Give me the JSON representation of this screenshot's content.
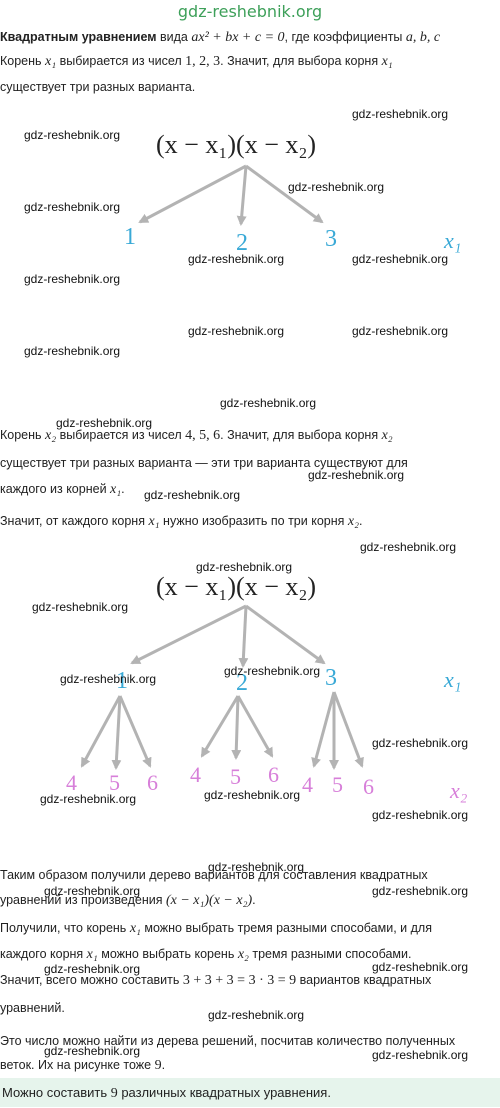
{
  "site": {
    "title": "gdz-reshebnik.org",
    "watermark": "gdz-reshebnik.org"
  },
  "intro": {
    "bold": "Квадратным уравнением",
    "t1": " вида ",
    "eq": "ax² + bx + c = 0",
    "t2": ", где коэффициенты ",
    "coefs": "a,  b,  c"
  },
  "p_x1": {
    "a": "Корень ",
    "var": "x₁",
    "b": " выбирается из чисел ",
    "nums": "1,  2,  3",
    "c": ". Значит, для выбора корня ",
    "line2": "существует три разных варианта."
  },
  "tree1": {
    "formula": "(x − x₁)(x − x₂)",
    "nodes": [
      "1",
      "2",
      "3"
    ],
    "level_label": "x₁"
  },
  "p_x2": {
    "a": "Корень ",
    "var": "x₂",
    "b": " выбирается из чисел ",
    "nums": "4,  5,  6",
    "c": ". Значит, для выбора корня ",
    "line2": "существует три разных варианта — эти три варианта существуют для",
    "line3a": "каждого из корней ",
    "line3b": "."
  },
  "p_each": {
    "a": "Значит, от каждого корня ",
    "b": " нужно изобразить по три корня ",
    "c": "."
  },
  "tree2": {
    "formula": "(x − x₁)(x − x₂)",
    "nodes": [
      "1",
      "2",
      "3"
    ],
    "leaves": [
      "4",
      "5",
      "6",
      "4",
      "5",
      "6",
      "4",
      "5",
      "6"
    ],
    "label1": "x₁",
    "label2": "x₂"
  },
  "p_tree": {
    "l1": "Таким образом получили дерево вариантов для составления квадратных",
    "l2a": "уравнений из произведения ",
    "l2eq": "(x − x₁)(x − x₂)",
    "l2b": "."
  },
  "p_ways": {
    "l1a": "Получили, что корень ",
    "l1b": " можно выбрать тремя разными способами, и для",
    "l2a": "каждого корня ",
    "l2b": " можно выбрать корень ",
    "l2c": " тремя разными способами."
  },
  "p_total": {
    "l1a": "Значит, всего можно составить ",
    "eq": "3 + 3 + 3 = 3 · 3 = 9",
    "l1b": " вариантов квадратных",
    "l2": "уравнений."
  },
  "p_count": {
    "l1": "Это число можно найти из дерева решений, посчитав количество полученных",
    "l2a": "веток. Их на рисунке тоже ",
    "l2n": "9",
    "l2b": "."
  },
  "answer": {
    "a": "Можно составить ",
    "n": "9",
    "b": " различных квадратных уравнения."
  },
  "colors": {
    "node_blue": "#39a9d6",
    "leaf_pink": "#d77fd9",
    "arrow_gray": "#b3b3b3",
    "answer_bg": "#e6f4ec",
    "site_green": "#3ea05a"
  }
}
